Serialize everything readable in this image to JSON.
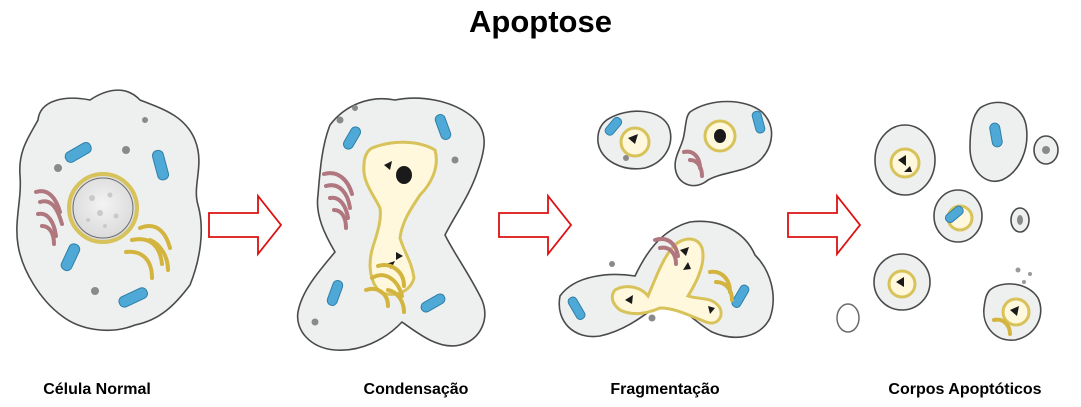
{
  "title": "Apoptose",
  "stages": [
    {
      "label": "Célula Normal"
    },
    {
      "label": "Condensação"
    },
    {
      "label": "Fragmentação"
    },
    {
      "label": "Corpos Apoptóticos"
    }
  ],
  "colors": {
    "cytoplasm": "#eef0f0",
    "outline": "#4a4a4a",
    "mitochondria": "#4fa9d6",
    "golgi": "#b0777f",
    "er": "#d3b43f",
    "nucleus_ring": "#d8c25a",
    "arrow": "#dd1111",
    "chromatin": "#1a1a1a"
  },
  "icons": [
    "normal-cell",
    "condensing-cell",
    "fragmenting-cell",
    "apoptotic-bodies",
    "stage-arrow"
  ]
}
